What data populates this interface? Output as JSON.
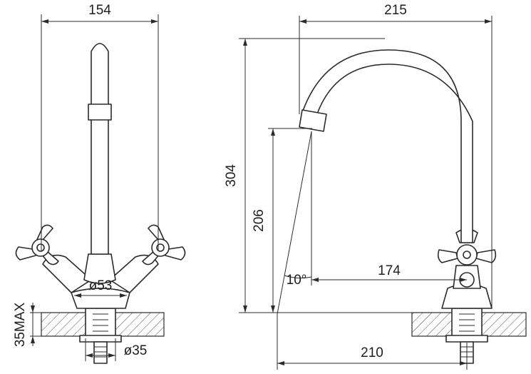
{
  "dimensions": {
    "front_width": "154",
    "side_reach": "215",
    "total_height": "304",
    "spout_height": "206",
    "angle": "10°",
    "handle_to_spout": "174",
    "base_diameter": "ø53",
    "counter_thickness": "35MAX",
    "mount_diameter": "ø35",
    "spout_reach": "210"
  }
}
